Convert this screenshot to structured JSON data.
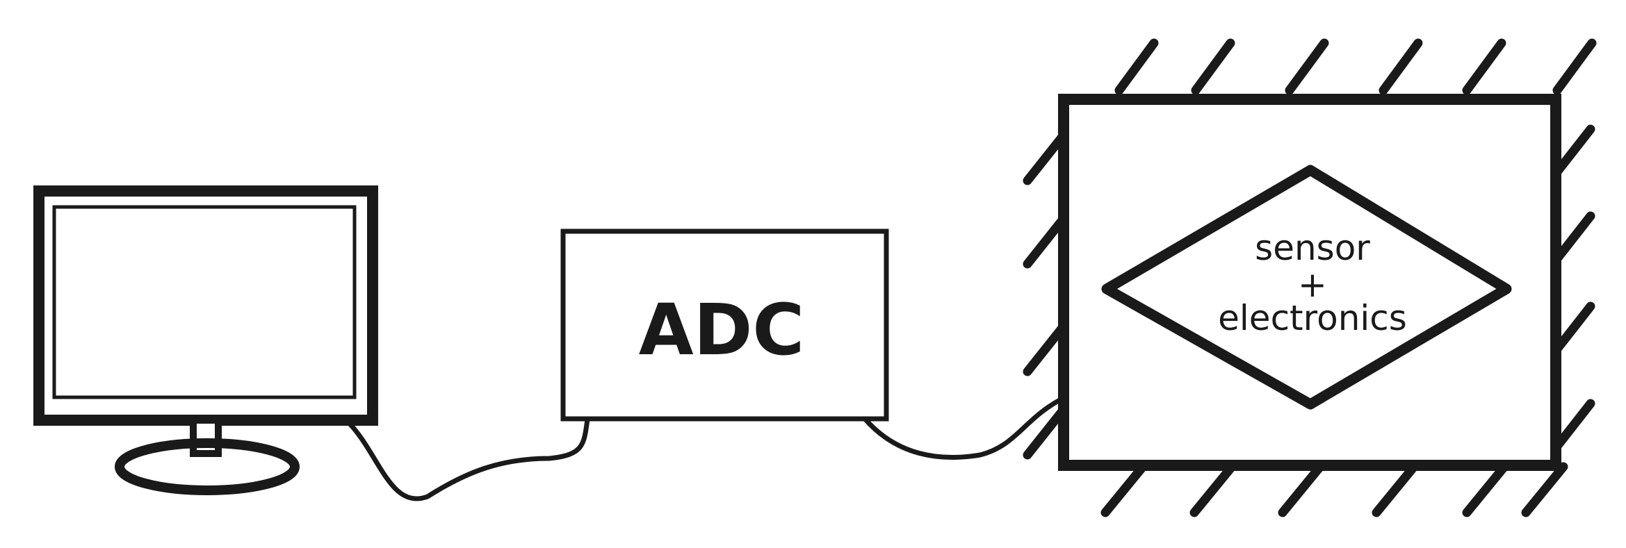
{
  "diagram": {
    "components": {
      "computer": {},
      "adc": {
        "label": "ADC"
      },
      "sensor": {
        "line1": "sensor",
        "line2": "+",
        "line3": "electronics"
      },
      "enclosure": {}
    },
    "connections": [
      {
        "from": "computer",
        "to": "adc"
      },
      {
        "from": "adc",
        "to": "sensor"
      }
    ],
    "colors": {
      "stroke": "#1a1a1a",
      "background": "#ffffff"
    }
  }
}
